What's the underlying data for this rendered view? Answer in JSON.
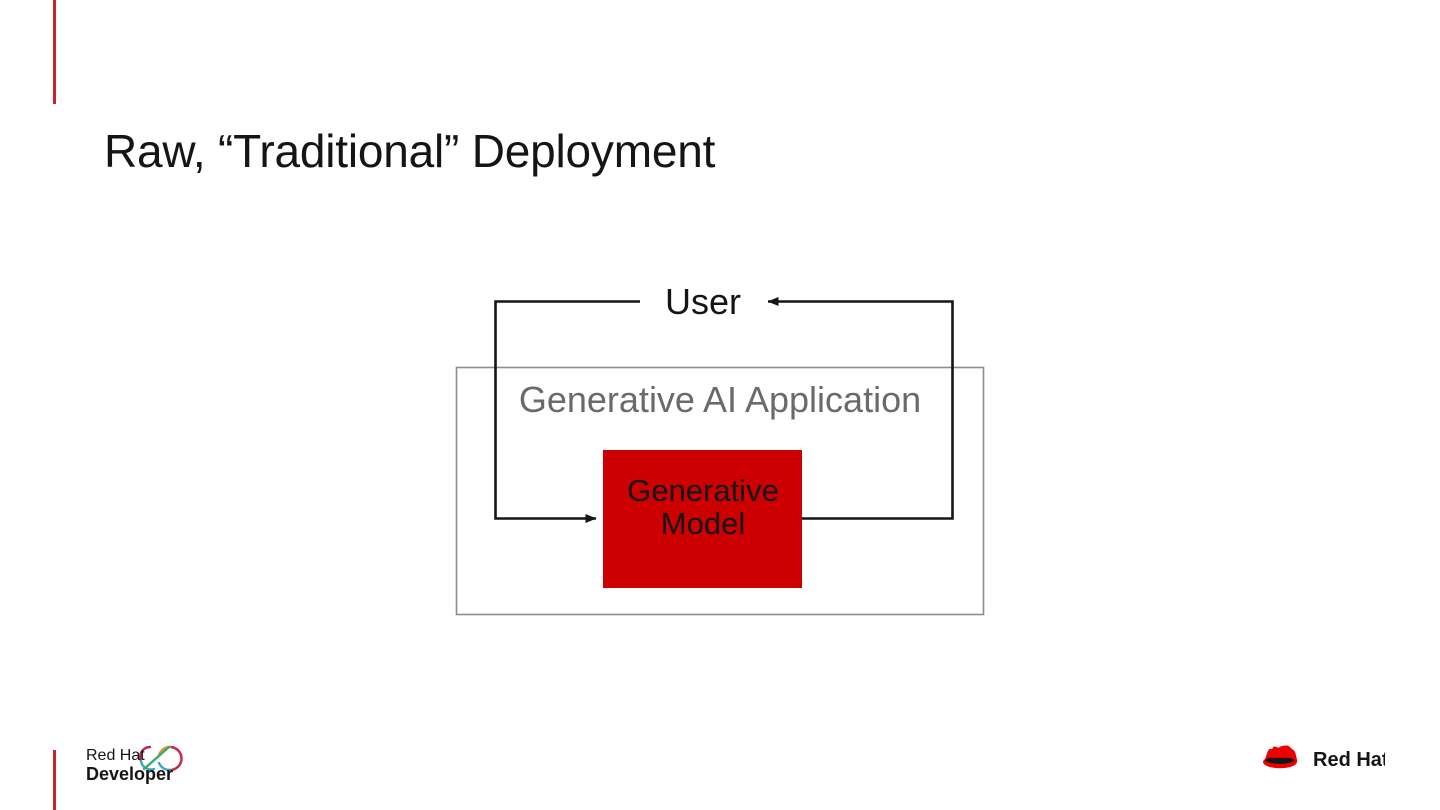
{
  "slide": {
    "title": "Raw, “Traditional” Deployment",
    "background_color": "#ffffff"
  },
  "accents": {
    "color": "#cc2229",
    "top_bar": "",
    "bottom_bar": ""
  },
  "diagram": {
    "type": "flow",
    "user_label": "User",
    "application_label": "Generative AI Application",
    "model_label_line1": "Generative",
    "model_label_line2": "Model",
    "model_fill_color": "#cc0000",
    "application_border_color": "#8c8c8c",
    "connector_color": "#151515",
    "request_flow": "User → Generative Model",
    "response_flow": "Generative Model → User"
  },
  "footer": {
    "left_logo": {
      "name": "red-hat-developer-logo",
      "line1": "Red Hat",
      "line2": "Developer",
      "mark_colors": [
        "#c9234b",
        "#e8952d",
        "#3aab6b",
        "#3aa7c7"
      ]
    },
    "right_logo": {
      "name": "red-hat-logo",
      "text": "Red Hat",
      "hat_color": "#ee0000"
    }
  }
}
